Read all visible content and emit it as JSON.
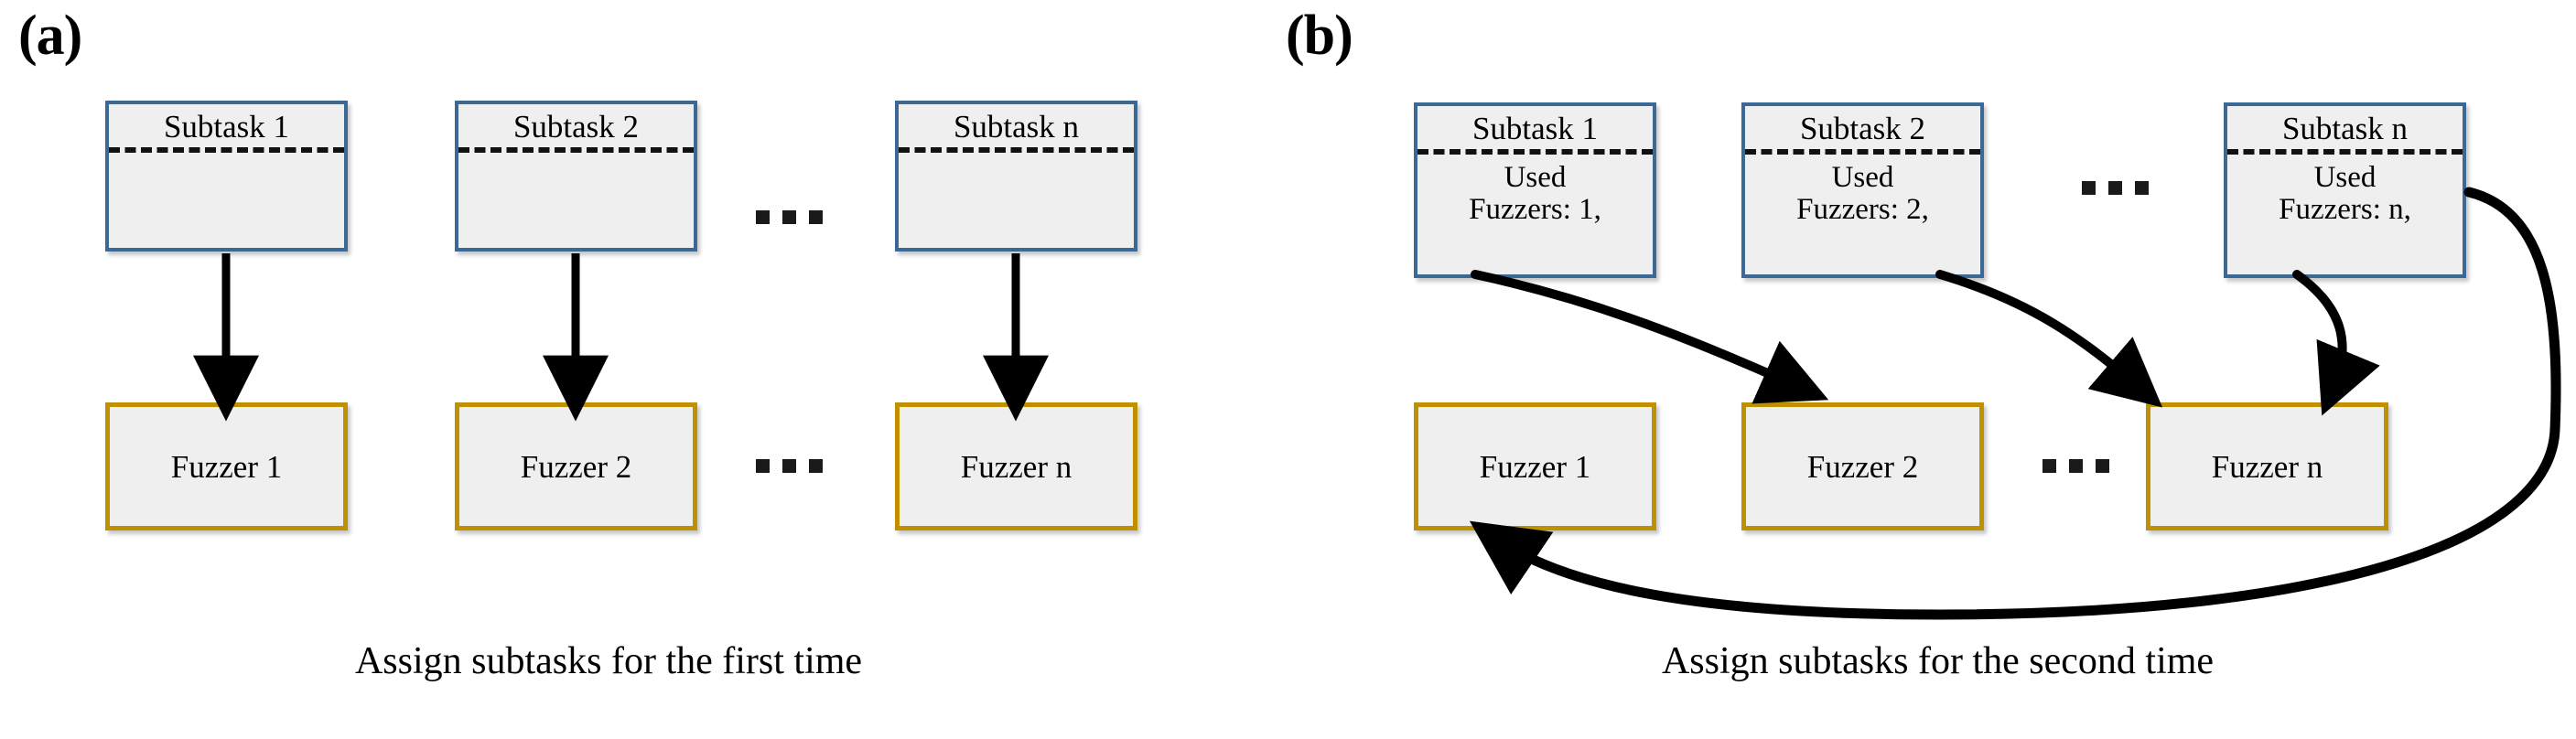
{
  "figure": {
    "panels": [
      {
        "id": "a",
        "label": "(a)",
        "caption": "Assign subtasks for the first time",
        "ellipsis_glyph": "...",
        "subtasks": [
          {
            "title": "Subtask 1",
            "used_fuzzers": ""
          },
          {
            "title": "Subtask 2",
            "used_fuzzers": ""
          },
          {
            "title": "Subtask n",
            "used_fuzzers": ""
          }
        ],
        "fuzzers": [
          {
            "label": "Fuzzer 1"
          },
          {
            "label": "Fuzzer 2"
          },
          {
            "label": "Fuzzer n"
          }
        ]
      },
      {
        "id": "b",
        "label": "(b)",
        "caption": "Assign subtasks for the second time",
        "ellipsis_glyph": "...",
        "subtasks": [
          {
            "title": "Subtask 1",
            "used_fuzzers": "Used\nFuzzers: 1,"
          },
          {
            "title": "Subtask 2",
            "used_fuzzers": "Used\nFuzzers: 2,"
          },
          {
            "title": "Subtask n",
            "used_fuzzers": "Used\nFuzzers: n,"
          }
        ],
        "fuzzers": [
          {
            "label": "Fuzzer 1"
          },
          {
            "label": "Fuzzer 2"
          },
          {
            "label": "Fuzzer n"
          }
        ]
      }
    ]
  },
  "colors": {
    "subtask_border": "#3c6896",
    "fuzzer_border": "#bf9000",
    "node_fill": "#efefef",
    "arrow": "#000000",
    "text": "#000000",
    "background": "#ffffff"
  }
}
